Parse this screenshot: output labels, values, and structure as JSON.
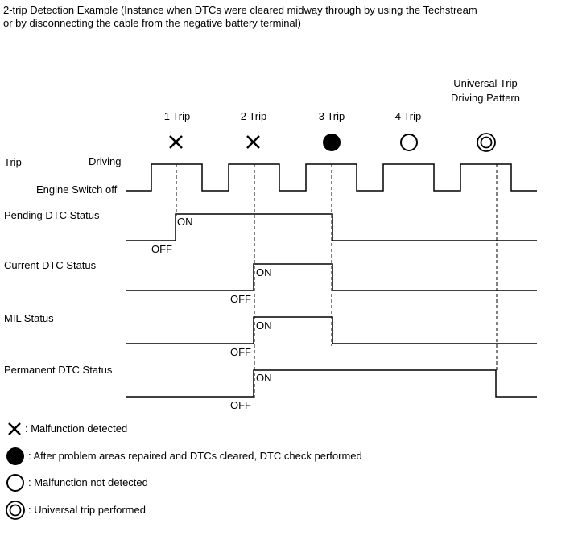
{
  "title": {
    "line1": "2-trip Detection Example (Instance when DTCs were cleared midway through by using the Techstream",
    "line2": "or by disconnecting the cable from the negative battery terminal)"
  },
  "universal_trip": {
    "line1": "Universal Trip",
    "line2": "Driving Pattern"
  },
  "trips": [
    {
      "label": "1 Trip",
      "marker": "cross-icon"
    },
    {
      "label": "2 Trip",
      "marker": "cross-icon"
    },
    {
      "label": "3 Trip",
      "marker": "filled-circle-icon"
    },
    {
      "label": "4 Trip",
      "marker": "open-circle-icon"
    },
    {
      "label": "",
      "marker": "double-circle-icon"
    }
  ],
  "rows": {
    "trip": {
      "label": "Trip",
      "high": "Driving",
      "low": "Engine Switch off"
    },
    "pending": {
      "label": "Pending DTC Status",
      "on": "ON",
      "off": "OFF"
    },
    "current": {
      "label": "Current DTC Status",
      "on": "ON",
      "off": "OFF"
    },
    "mil": {
      "label": "MIL Status",
      "on": "ON",
      "off": "OFF"
    },
    "permanent": {
      "label": "Permanent DTC Status",
      "on": "ON",
      "off": "OFF"
    }
  },
  "legend": [
    {
      "icon": "cross-icon",
      "text": ": Malfunction detected"
    },
    {
      "icon": "filled-circle-icon",
      "text": ": After problem areas repaired and DTCs cleared, DTC check performed"
    },
    {
      "icon": "open-circle-icon",
      "text": ": Malfunction not detected"
    },
    {
      "icon": "double-circle-icon",
      "text": ": Universal trip performed"
    }
  ]
}
